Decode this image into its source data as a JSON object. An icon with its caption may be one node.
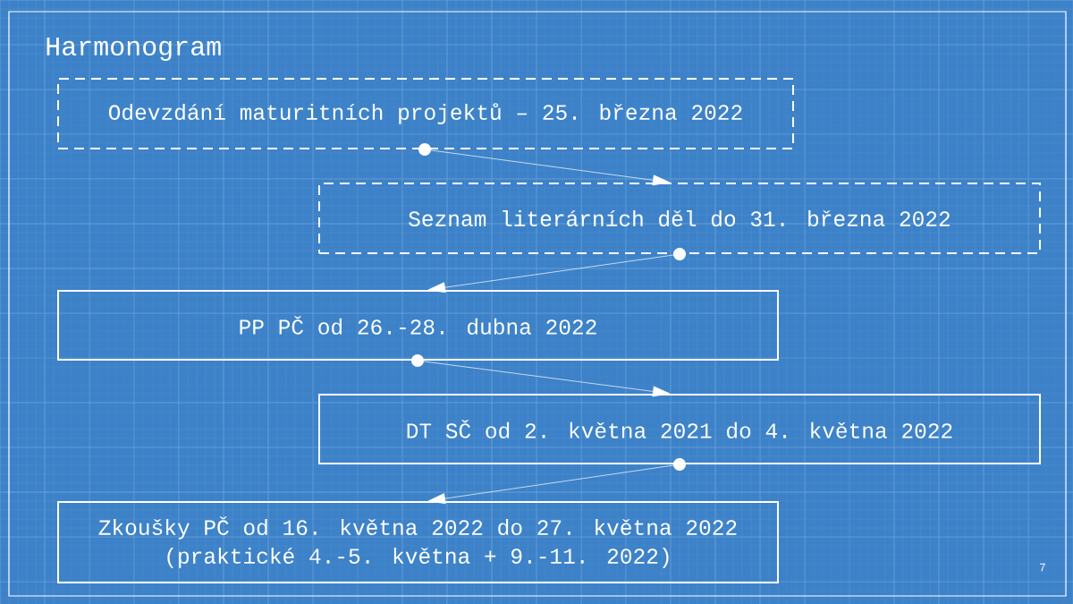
{
  "diagram": {
    "title": "Harmonogram",
    "nodes": [
      {
        "text": [
          "Odevzdání maturitních projektů – 25. března 2022"
        ]
      },
      {
        "text": [
          "Seznam literárních děl do 31. března 2022"
        ]
      },
      {
        "text": [
          "PP PČ od 26.-28. dubna 2022"
        ]
      },
      {
        "text": [
          "DT SČ od 2. května 2021 do 4. května 2022"
        ]
      },
      {
        "text": [
          "Zkoušky PČ od 16. května 2022 do 27. května 2022",
          "(praktické 4.-5. května + 9.-11. 2022)"
        ]
      }
    ],
    "edges": [
      {
        "from": 0,
        "to": 1,
        "arrow": "to"
      },
      {
        "from": 1,
        "to": 2,
        "arrow": "to"
      },
      {
        "from": 2,
        "to": 3,
        "arrow": "to"
      },
      {
        "from": 3,
        "to": 4,
        "arrow": "to"
      }
    ],
    "labels": [
      "7"
    ]
  }
}
